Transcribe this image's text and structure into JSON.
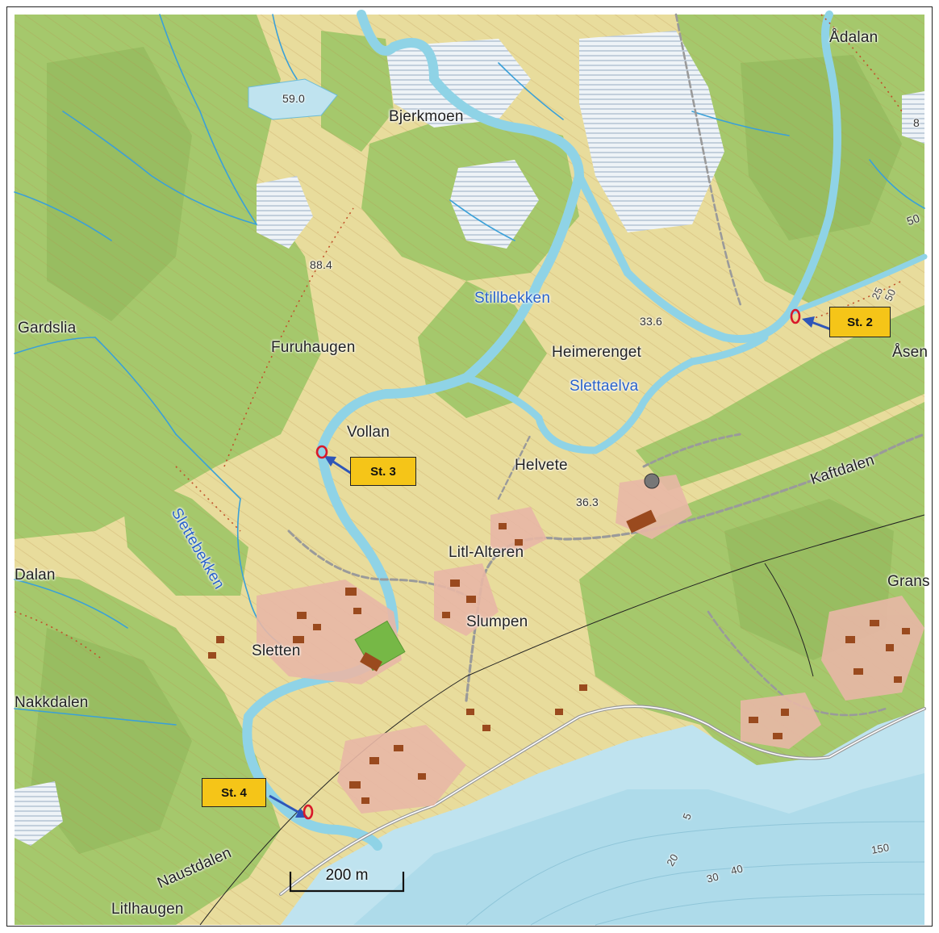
{
  "map": {
    "places": {
      "adalan": "Ådalan",
      "bjerkmoen": "Bjerkmoen",
      "gardslia": "Gardslia",
      "furuhaugen": "Furuhaugen",
      "heimerenget": "Heimerenget",
      "vollan": "Vollan",
      "helvete": "Helvete",
      "kaftdalen": "Kaftdalen",
      "litl_alteren": "Litl-Alteren",
      "dalan": "Dalan",
      "grans": "Grans",
      "slumpen": "Slumpen",
      "sletten": "Sletten",
      "nakkdalen": "Nakkdalen",
      "naustdalen": "Naustdalen",
      "litlhaugen": "Litlhaugen",
      "asen": "Åsen"
    },
    "water_names": {
      "stillbekken": "Stillbekken",
      "slettaelva": "Slettaelva",
      "slettebekken": "Slettebekken"
    },
    "elevations": {
      "e59": "59.0",
      "e88": "88.4",
      "e33": "33.6",
      "e36": "36.3",
      "e50": "50",
      "e8": "8",
      "e25": "25",
      "e50b": "50",
      "d5": "5",
      "d20": "20",
      "d30": "30",
      "d40": "40",
      "d150": "150"
    },
    "stations": {
      "st2": "St. 2",
      "st3": "St. 3",
      "st4": "St. 4"
    },
    "scale": {
      "label": "200 m"
    },
    "colors": {
      "land": "#e8dc9c",
      "forest": "#9fc56a",
      "sea": "#bfe3ef",
      "river": "#8fd3e6",
      "station_box": "#f5c518",
      "station_marker": "#d8192a",
      "arrow": "#2f56b8"
    }
  }
}
